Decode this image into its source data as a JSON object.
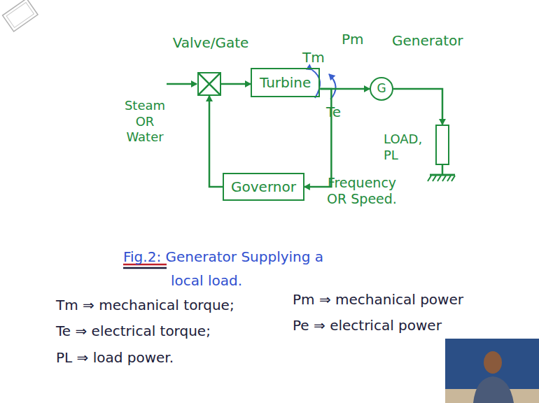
{
  "diagram": {
    "caption": "Fig.2: Generator Supplying a local load.",
    "nodes": [
      {
        "text": [
          "Valve/Gate"
        ]
      },
      {
        "text": [
          "Turbine"
        ]
      },
      {
        "text": [
          "G",
          "Generator"
        ]
      },
      {
        "text": [
          "LOAD, PL"
        ]
      },
      {
        "text": [
          "Governor"
        ]
      }
    ],
    "edges": [
      {
        "from": 0,
        "to": 1,
        "arrow": "to"
      },
      {
        "from": 1,
        "to": 2,
        "label": "Pm",
        "arrow": "to"
      },
      {
        "from": 2,
        "to": 3,
        "arrow": "to"
      },
      {
        "from": 1,
        "to": 4,
        "arrow": "to"
      },
      {
        "from": 4,
        "to": 0,
        "arrow": "to"
      }
    ],
    "labels": [
      "Steam OR Water",
      "Tm",
      "Te",
      "Frequency OR Speed.",
      "Tm ⇒ mechanical torque;",
      "Pm ⇒ mechanical power",
      "Te ⇒ electrical torque;",
      "Pe ⇒ electrical power",
      "PL ⇒ load power."
    ]
  }
}
